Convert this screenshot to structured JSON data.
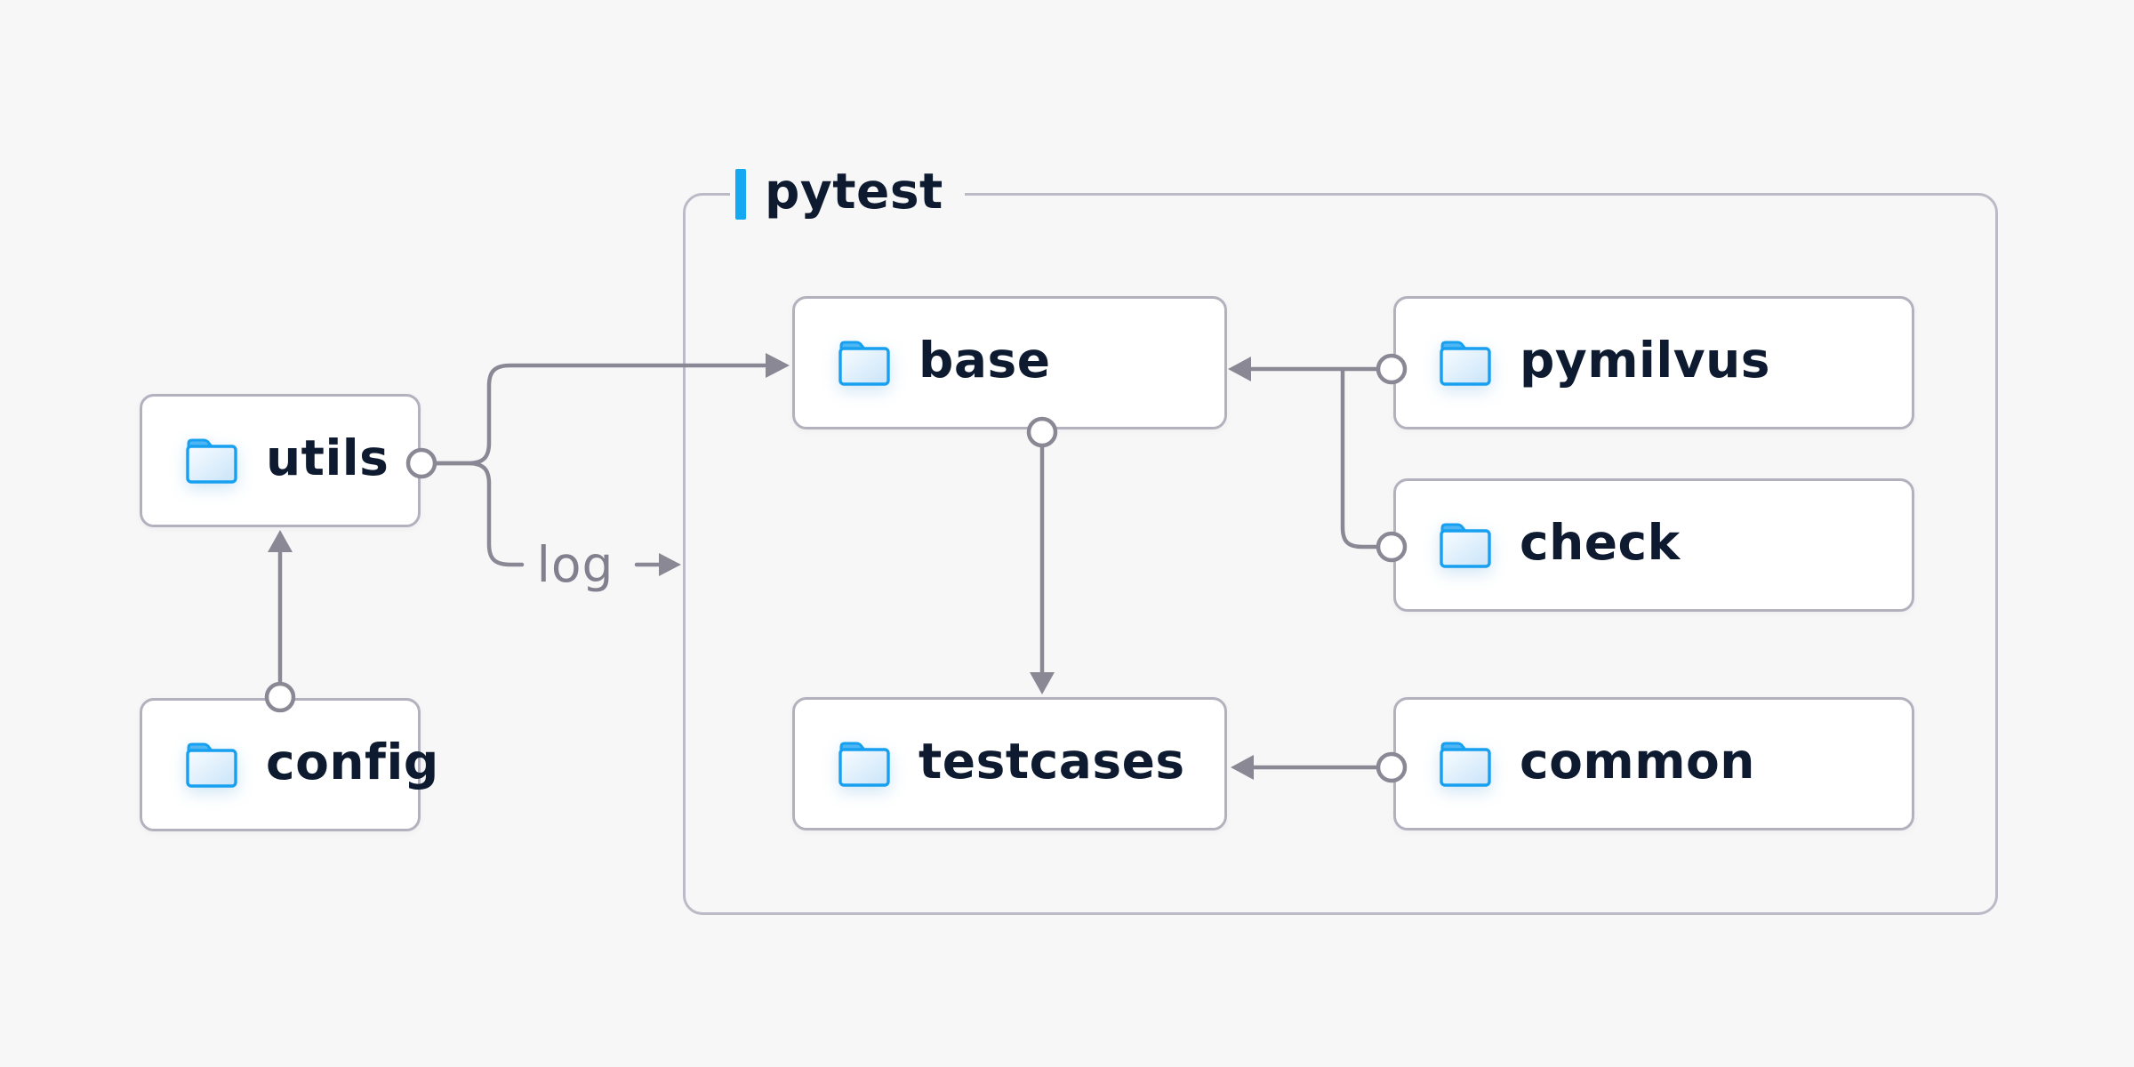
{
  "diagram": {
    "group": {
      "label": "pytest"
    },
    "nodes": [
      {
        "id": "utils",
        "label": "utils",
        "icon": "folder-icon",
        "inside_group": false
      },
      {
        "id": "config",
        "label": "config",
        "icon": "folder-icon",
        "inside_group": false
      },
      {
        "id": "base",
        "label": "base",
        "icon": "folder-icon",
        "inside_group": true
      },
      {
        "id": "pymilvus",
        "label": "pymilvus",
        "icon": "folder-icon",
        "inside_group": true
      },
      {
        "id": "check",
        "label": "check",
        "icon": "folder-icon",
        "inside_group": true
      },
      {
        "id": "testcases",
        "label": "testcases",
        "icon": "folder-icon",
        "inside_group": true
      },
      {
        "id": "common",
        "label": "common",
        "icon": "folder-icon",
        "inside_group": true
      }
    ],
    "edges": [
      {
        "from": "utils",
        "to": "base",
        "style": "arrow-with-circle-origin"
      },
      {
        "from": "utils",
        "to": "pytest-group",
        "style": "arrow-with-circle-origin",
        "label": "log"
      },
      {
        "from": "config",
        "to": "utils",
        "style": "arrow-with-circle-origin"
      },
      {
        "from": "base",
        "to": "testcases",
        "style": "arrow-with-circle-origin"
      },
      {
        "from": "pymilvus",
        "to": "base",
        "style": "arrow-with-circle-origin"
      },
      {
        "from": "check",
        "to": "base",
        "style": "arrow-with-circle-origin"
      },
      {
        "from": "common",
        "to": "testcases",
        "style": "arrow-with-circle-origin"
      }
    ],
    "edge_label": "log",
    "colors": {
      "background": "#f7f7f8",
      "node_background": "#ffffff",
      "node_border": "#b3b1be",
      "group_border": "#bcbac6",
      "connector_gray": "#8a8894",
      "node_text": "#0d1a30",
      "edge_label_text": "#82808e",
      "accent_blue": "#14a9f1",
      "folder_stroke_blue": "#17a0f0",
      "folder_tab_blue": "#4eb7f3",
      "folder_fill_light": "#c9e4f9"
    }
  }
}
